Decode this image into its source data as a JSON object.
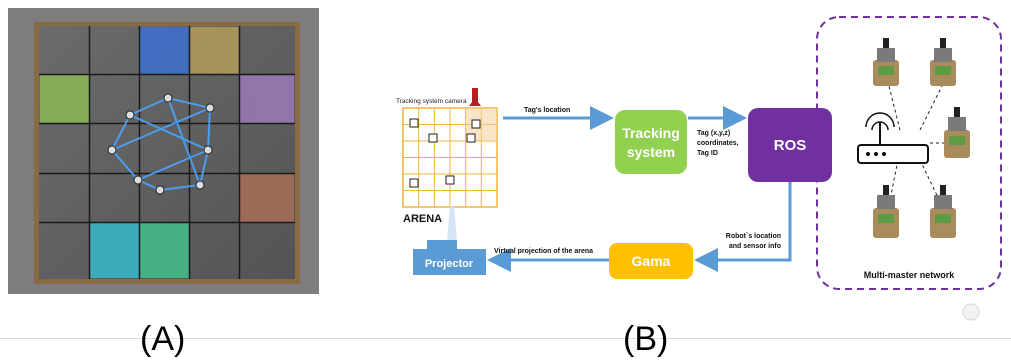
{
  "captions": {
    "a": "(A)",
    "b": "(B)"
  },
  "diagram": {
    "arena_camera_label": "Tracking system camera",
    "arena_label": "ARENA",
    "tracking_label_line1": "Tracking",
    "tracking_label_line2": "system",
    "ros_label": "ROS",
    "gama_label": "Gama",
    "projector_label": "Projector",
    "edge_tags_location": "Tag's location",
    "edge_coords_line1": "Tag (x,y,z)",
    "edge_coords_line2": "coordinates,",
    "edge_coords_line3": "Tag ID",
    "edge_robot_line1": "Robot`s location",
    "edge_robot_line2": "and sensor info",
    "edge_projection": "Virtual projection of the arena",
    "network_label": "Multi-master network"
  },
  "colors": {
    "arrow": "#5b9bd5",
    "tracking": "#92d050",
    "ros": "#7030a0",
    "gama": "#ffc000",
    "projector": "#5b9bd5",
    "network_border": "#7030a0"
  }
}
